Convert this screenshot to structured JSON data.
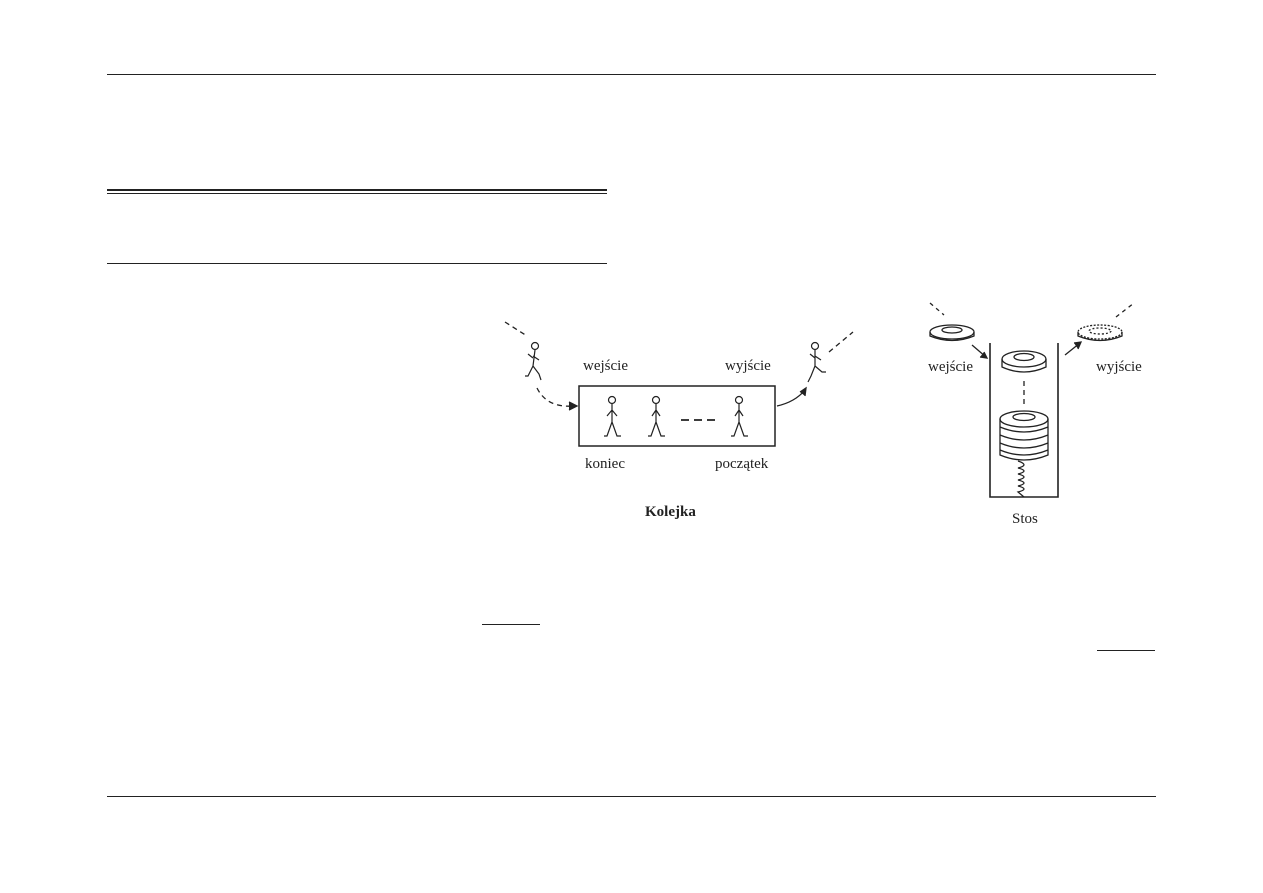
{
  "queue_figure": {
    "entry_label": "wejście",
    "exit_label": "wyjście",
    "end_label": "koniec",
    "front_label": "początek",
    "caption": "Kolejka"
  },
  "stack_figure": {
    "entry_label": "wejście",
    "exit_label": "wyjście",
    "caption": "Stos"
  }
}
